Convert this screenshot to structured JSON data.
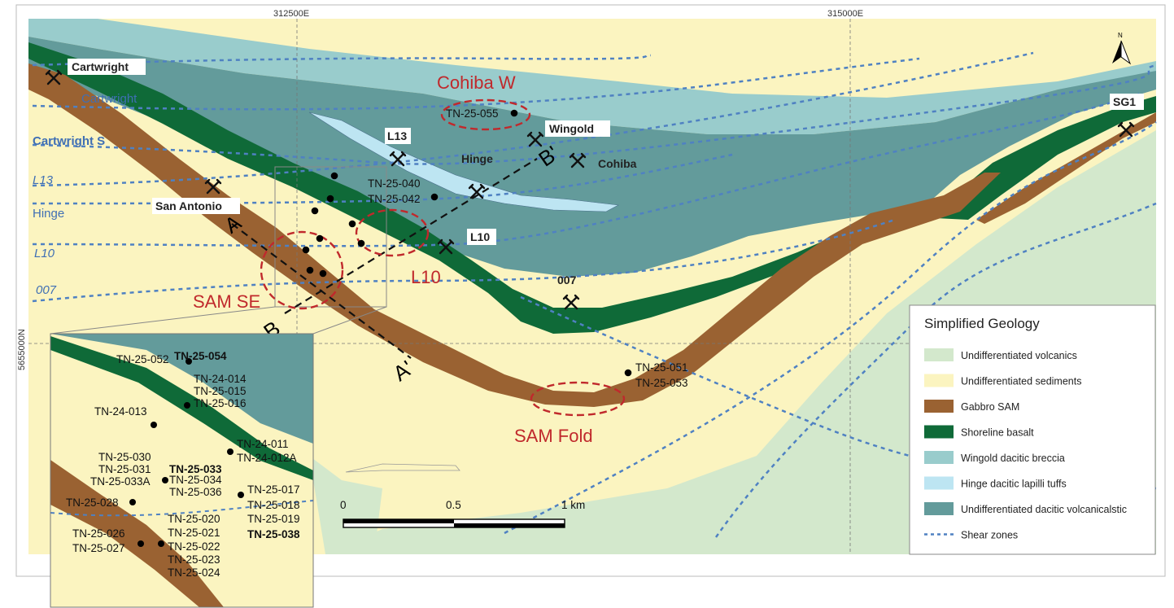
{
  "grid": {
    "easting_labels": [
      "312500E",
      "315000E"
    ],
    "northing_label": "5655000N"
  },
  "north_arrow": {
    "label": "N"
  },
  "mines": [
    {
      "name": "Cartwright",
      "style": "white-box"
    },
    {
      "name": "Wingold",
      "style": "white-box"
    },
    {
      "name": "Cohiba",
      "style": "plain"
    },
    {
      "name": "L13",
      "style": "white-box"
    },
    {
      "name": "Hinge",
      "style": "plain"
    },
    {
      "name": "San Antonio",
      "style": "white-box"
    },
    {
      "name": "L10",
      "style": "white-box"
    },
    {
      "name": "007",
      "style": "plain"
    },
    {
      "name": "SG1",
      "style": "white-box"
    }
  ],
  "shear_zone_labels": [
    "Cartwright",
    "Cartwright S",
    "L13",
    "Hinge",
    "L10",
    "007"
  ],
  "targets": [
    "Cohiba W",
    "SAM SE",
    "L10",
    "SAM Fold"
  ],
  "section_markers": [
    "A",
    "A'",
    "B",
    "B'"
  ],
  "drillholes_main": {
    "cohiba_w": "TN-25-055",
    "l13_a": "TN-25-040",
    "l13_b": "TN-25-042",
    "fold_a": "TN-25-051",
    "fold_b": "TN-25-053"
  },
  "inset_labels": [
    {
      "text": "TN-25-052",
      "bold": false
    },
    {
      "text": "TN-25-054",
      "bold": true
    },
    {
      "text": "TN-24-014",
      "bold": false
    },
    {
      "text": "TN-25-015",
      "bold": false
    },
    {
      "text": "TN-25-016",
      "bold": false
    },
    {
      "text": "TN-24-013",
      "bold": false
    },
    {
      "text": "TN-24-011",
      "bold": false
    },
    {
      "text": "TN-24-012A",
      "bold": false
    },
    {
      "text": "TN-25-030",
      "bold": false
    },
    {
      "text": "TN-25-031",
      "bold": false
    },
    {
      "text": "TN-25-033",
      "bold": true
    },
    {
      "text": "TN-25-033A",
      "bold": false
    },
    {
      "text": "TN-25-034",
      "bold": false
    },
    {
      "text": "TN-25-036",
      "bold": false
    },
    {
      "text": "TN-25-028",
      "bold": false
    },
    {
      "text": "TN-25-017",
      "bold": false
    },
    {
      "text": "TN-25-018",
      "bold": false
    },
    {
      "text": "TN-25-019",
      "bold": false
    },
    {
      "text": "TN-25-038",
      "bold": true
    },
    {
      "text": "TN-25-020",
      "bold": false
    },
    {
      "text": "TN-25-021",
      "bold": false
    },
    {
      "text": "TN-25-022",
      "bold": false
    },
    {
      "text": "TN-25-023",
      "bold": false
    },
    {
      "text": "TN-25-024",
      "bold": false
    },
    {
      "text": "TN-25-026",
      "bold": false
    },
    {
      "text": "TN-25-027",
      "bold": false
    }
  ],
  "scale_bar": {
    "labels": [
      "0",
      "0.5",
      "1 km"
    ]
  },
  "legend": {
    "title": "Simplified Geology",
    "items": [
      {
        "label": "Undifferentiated volcanics",
        "color": "#d3e8cc"
      },
      {
        "label": "Undifferentiated sediments",
        "color": "#fbf4c0"
      },
      {
        "label": "Gabbro SAM",
        "color": "#9a6232"
      },
      {
        "label": "Shoreline basalt",
        "color": "#0f6a38"
      },
      {
        "label": "Wingold dacitic breccia",
        "color": "#99cccc"
      },
      {
        "label": "Hinge dacitic lapilli tuffs",
        "color": "#bde5f2"
      },
      {
        "label": "Undifferentiated dacitic volcanicalstic",
        "color": "#639b9b"
      },
      {
        "label": "Shear zones",
        "color": "#4f81c2",
        "symbol": "dashed-line"
      }
    ]
  },
  "colors": {
    "volcanics": "#d3e8cc",
    "sediments": "#fbf4c0",
    "gabbro": "#9a6232",
    "basalt": "#0f6a38",
    "breccia": "#99cccc",
    "lapilli": "#bde5f2",
    "volcaniclastic": "#639b9b",
    "shear": "#4f81c2",
    "target": "#c0292c"
  }
}
